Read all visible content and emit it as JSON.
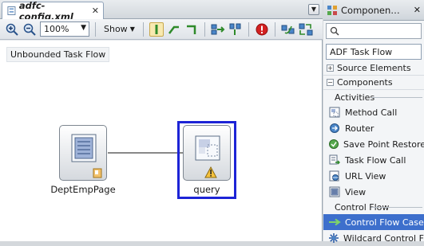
{
  "editor": {
    "tab_label": "adfc-config.xml",
    "tab_close": "✕",
    "zoom_value": "100%",
    "show_label": "Show",
    "canvas_title": "Unbounded Task Flow"
  },
  "diagram": {
    "nodes": [
      {
        "label": "DeptEmpPage",
        "kind": "view"
      },
      {
        "label": "query",
        "kind": "method-call-warning",
        "selected": true
      }
    ]
  },
  "palette": {
    "title": "Componen…",
    "search_placeholder": "",
    "library": "ADF Task Flow",
    "sections": {
      "source": "Source Elements",
      "components": "Components"
    },
    "groups": {
      "activities": "Activities",
      "control_flow": "Control Flow"
    },
    "activities": [
      {
        "label": "Method Call",
        "icon": "method-call-icon"
      },
      {
        "label": "Router",
        "icon": "router-icon"
      },
      {
        "label": "Save Point Restore",
        "icon": "save-point-icon"
      },
      {
        "label": "Task Flow Call",
        "icon": "task-flow-call-icon"
      },
      {
        "label": "URL View",
        "icon": "url-view-icon"
      },
      {
        "label": "View",
        "icon": "view-icon"
      }
    ],
    "control_flow": [
      {
        "label": "Control Flow Case",
        "icon": "control-flow-case-icon",
        "selected": true
      },
      {
        "label": "Wildcard Control Flow",
        "icon": "wildcard-icon"
      }
    ]
  },
  "colors": {
    "selection": "#1d24d6",
    "palette_selected": "#3d6fcc"
  }
}
